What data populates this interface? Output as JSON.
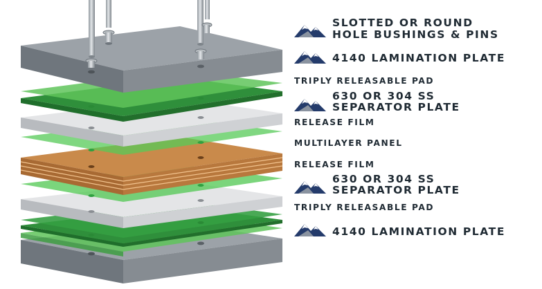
{
  "colors": {
    "steel_top": "#9aa0a6",
    "steel_front": "#6f767d",
    "steel_side": "#858b91",
    "separator_top": "#e3e4e6",
    "separator_front": "#b9bcc0",
    "pad_dark": "#2e8f3c",
    "pad_light": "#6fcf6b",
    "film": "#5ccf5a",
    "panel_top": "#c98a4b",
    "panel_front": "#a86a33",
    "text": "#1f2a33",
    "logo_blue": "#243b6b",
    "logo_gray": "#8a93a0"
  },
  "labels": [
    {
      "id": "bushings",
      "lines": [
        "SLOTTED OR ROUND",
        "HOLE BUSHINGS & PINS"
      ],
      "logo": true
    },
    {
      "id": "plate-top",
      "lines": [
        "4140 LAMINATION PLATE"
      ],
      "logo": true
    },
    {
      "id": "pad-top",
      "lines": [
        "TRIPLY RELEASABLE PAD"
      ],
      "logo": false
    },
    {
      "id": "separator-top",
      "lines": [
        "630 or 304 SS",
        "SEPARATOR PLATE"
      ],
      "logo": true
    },
    {
      "id": "film-top",
      "lines": [
        "RELEASE FILM"
      ],
      "logo": false
    },
    {
      "id": "panel",
      "lines": [
        "MULTILAYER PANEL"
      ],
      "logo": false
    },
    {
      "id": "film-bottom",
      "lines": [
        "RELEASE FILM"
      ],
      "logo": false
    },
    {
      "id": "separator-bottom",
      "lines": [
        "630 or 304 SS",
        "SEPARATOR PLATE"
      ],
      "logo": true
    },
    {
      "id": "pad-bottom",
      "lines": [
        "TRIPLY RELEASABLE PAD"
      ],
      "logo": false
    },
    {
      "id": "plate-bottom",
      "lines": [
        "4140 LAMINATION PLATE"
      ],
      "logo": true
    }
  ]
}
